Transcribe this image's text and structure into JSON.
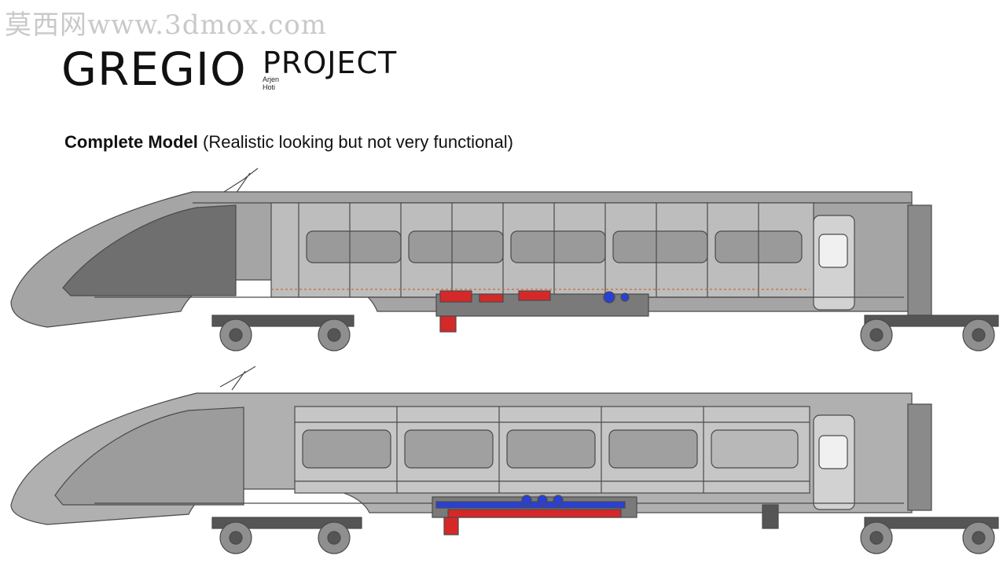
{
  "watermark": "莫西网www.3dmox.com",
  "logo": {
    "main": "GREGIO",
    "suffix": "PROJECT",
    "author": "Arjen Hoti"
  },
  "subtitle": {
    "bold": "Complete Model",
    "rest": " (Realistic looking but not very functional)"
  },
  "colors": {
    "body": "#9a9a9a",
    "bodyDark": "#6f6f6f",
    "line": "#4a4a4a",
    "red": "#d62828",
    "blue": "#2a3fd6",
    "orange": "#c86a3a"
  },
  "figures": [
    "train-view-top",
    "train-view-bottom"
  ]
}
